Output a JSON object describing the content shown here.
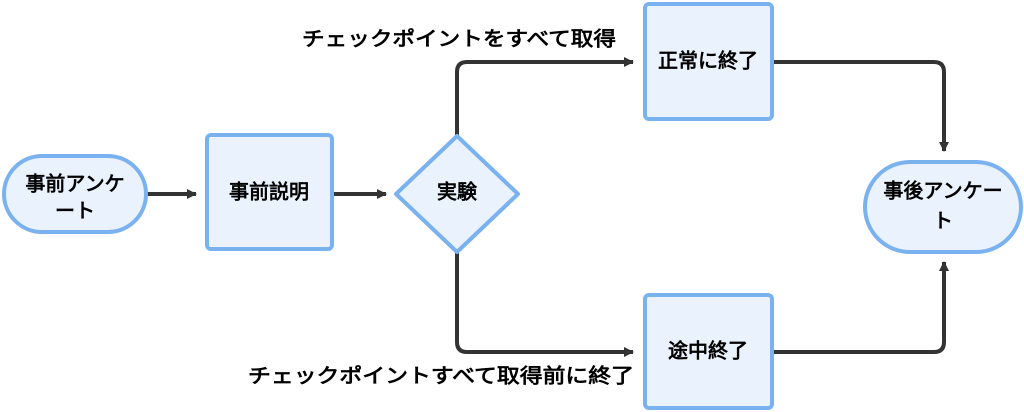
{
  "colors": {
    "node_fill": "#e9f2fd",
    "node_stroke": "#7ab2f0",
    "edge": "#333333",
    "text": "#000000"
  },
  "nodes": {
    "pre_survey": {
      "line1": "事前アンケ",
      "line2": "ート"
    },
    "briefing": {
      "label": "事前説明"
    },
    "experiment": {
      "label": "実験"
    },
    "normal_end": {
      "label": "正常に終了"
    },
    "aborted": {
      "label": "途中終了"
    },
    "post_survey": {
      "line1": "事後アンケー",
      "line2": "ト"
    }
  },
  "edges": {
    "to_normal_label": "チェックポイントをすべて取得",
    "to_aborted_label": "チェックポイントすべて取得前に終了"
  }
}
